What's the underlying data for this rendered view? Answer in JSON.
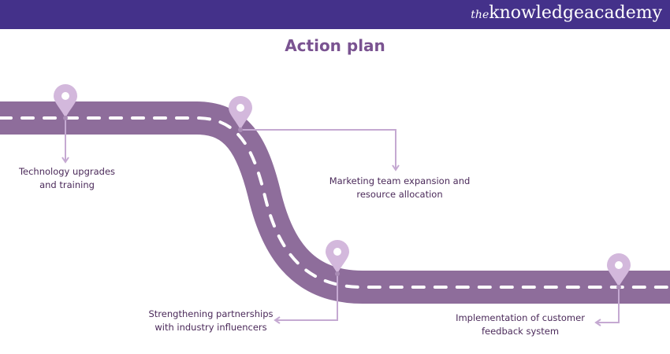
{
  "brand": {
    "prefix": "the",
    "name": "knowledgeacademy"
  },
  "title": "Action plan",
  "steps": [
    {
      "label": "Technology upgrades and training"
    },
    {
      "label": "Marketing team expansion and resource allocation"
    },
    {
      "label": "Strengthening partnerships with industry influencers"
    },
    {
      "label": "Implementation of customer feedback system"
    }
  ],
  "colors": {
    "header": "#44318a",
    "road": "#8e6d9b",
    "pin": "#d3b8dc",
    "text": "#4b2a5a",
    "title": "#7a5391"
  }
}
